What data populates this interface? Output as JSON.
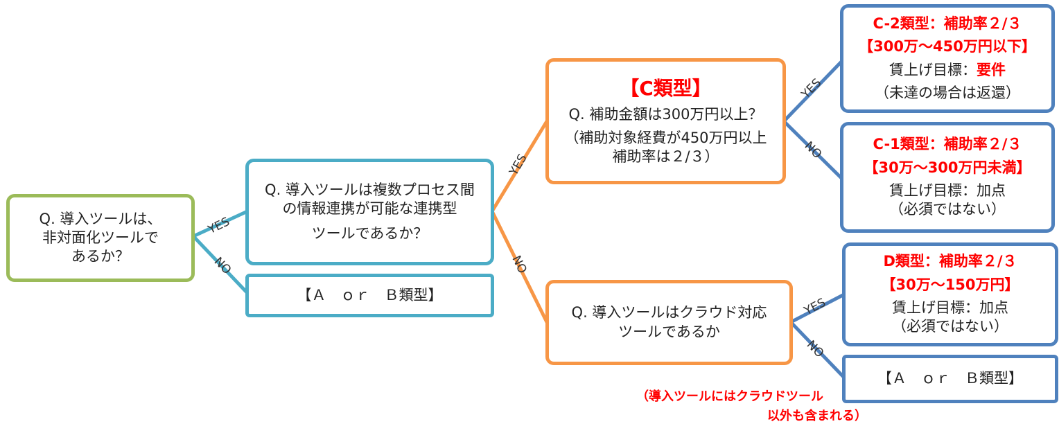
{
  "q1": {
    "lines": [
      "Q. 導入ツールは、",
      "非対面化ツールで",
      "あるか？"
    ]
  },
  "q2": {
    "lines": [
      "Q. 導入ツールは複数プロセス間",
      "の情報連携が可能な連携型",
      "ツールであるか？"
    ]
  },
  "ab1": {
    "text": "【Ａ　ｏｒ　Ｂ類型】"
  },
  "c": {
    "title": "【C類型】",
    "lines": [
      "Q. 補助金額は300万円以上？",
      "（補助対象経費が450万円以上",
      "補助率は２/３）"
    ]
  },
  "q3": {
    "lines": [
      "Q. 導入ツールはクラウド対応",
      "ツールであるか"
    ]
  },
  "c2": {
    "title": "C-2類型：補助率２/３",
    "range": "【300万～450万円以下】",
    "goal_label": "賃上げ目標：",
    "goal_value": "要件",
    "note": "（未達の場合は返還）"
  },
  "c1": {
    "title": "C-1類型：補助率２/３",
    "range": "【30万～300万円未満】",
    "goal": "賃上げ目標：加点",
    "note": "（必須ではない）"
  },
  "d": {
    "title": "D類型：補助率２/３",
    "range": "【30万～150万円】",
    "goal": "賃上げ目標：加点",
    "note": "（必須ではない）"
  },
  "ab2": {
    "text": "【Ａ　ｏｒ　Ｂ類型】"
  },
  "cloud_note": {
    "line1": "（導入ツールにはクラウドツール",
    "line2": "以外も含まれる）"
  },
  "edges": {
    "yes": "YES",
    "no": "NO"
  },
  "colors": {
    "green": "#9bbb59",
    "teal": "#4bacc6",
    "orange": "#f79646",
    "blue": "#4f81bd",
    "red": "#ff0000"
  }
}
